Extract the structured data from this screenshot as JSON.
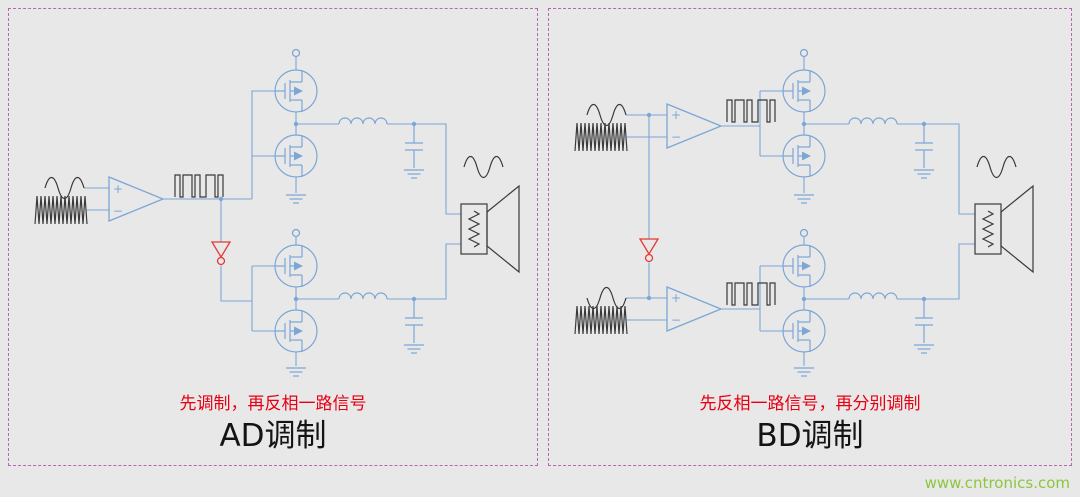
{
  "figure": {
    "watermark": "www.cntronics.com"
  },
  "panels": [
    {
      "id": "ad-modulation",
      "caption": "先调制，再反相一路信号",
      "title": "AD调制"
    },
    {
      "id": "bd-modulation",
      "caption": "先反相一路信号，再分别调制",
      "title": "BD调制"
    }
  ],
  "symbols": {
    "plus": "+",
    "minus": "−"
  },
  "icons": {
    "audio-sine-icon": "sine squiggle",
    "carrier-wave-icon": "dense triangle-wave band",
    "pwm-wave-icon": "variable-width square pulses",
    "comparator-symbol": "triangle op-amp with + and − inputs",
    "inverter-symbol": "red down-pointing triangle with bubble",
    "mosfet-symbol": "circled N-MOSFET",
    "inductor-symbol": "four-hump coil",
    "capacitor-symbol": "parallel plates to ground",
    "ground-symbol": "three-bar earth",
    "supply-terminal": "open circle terminal",
    "speaker-symbol": "boxed resistor with horn"
  },
  "colors": {
    "background": "#e9e8e8",
    "panel_border": "#b268b2",
    "circuit_blue": "#7ba6d6",
    "signal_dark": "#3a3a3a",
    "accent_red": "#e60012",
    "title_black": "#141414",
    "watermark_green": "#8cc63e"
  }
}
